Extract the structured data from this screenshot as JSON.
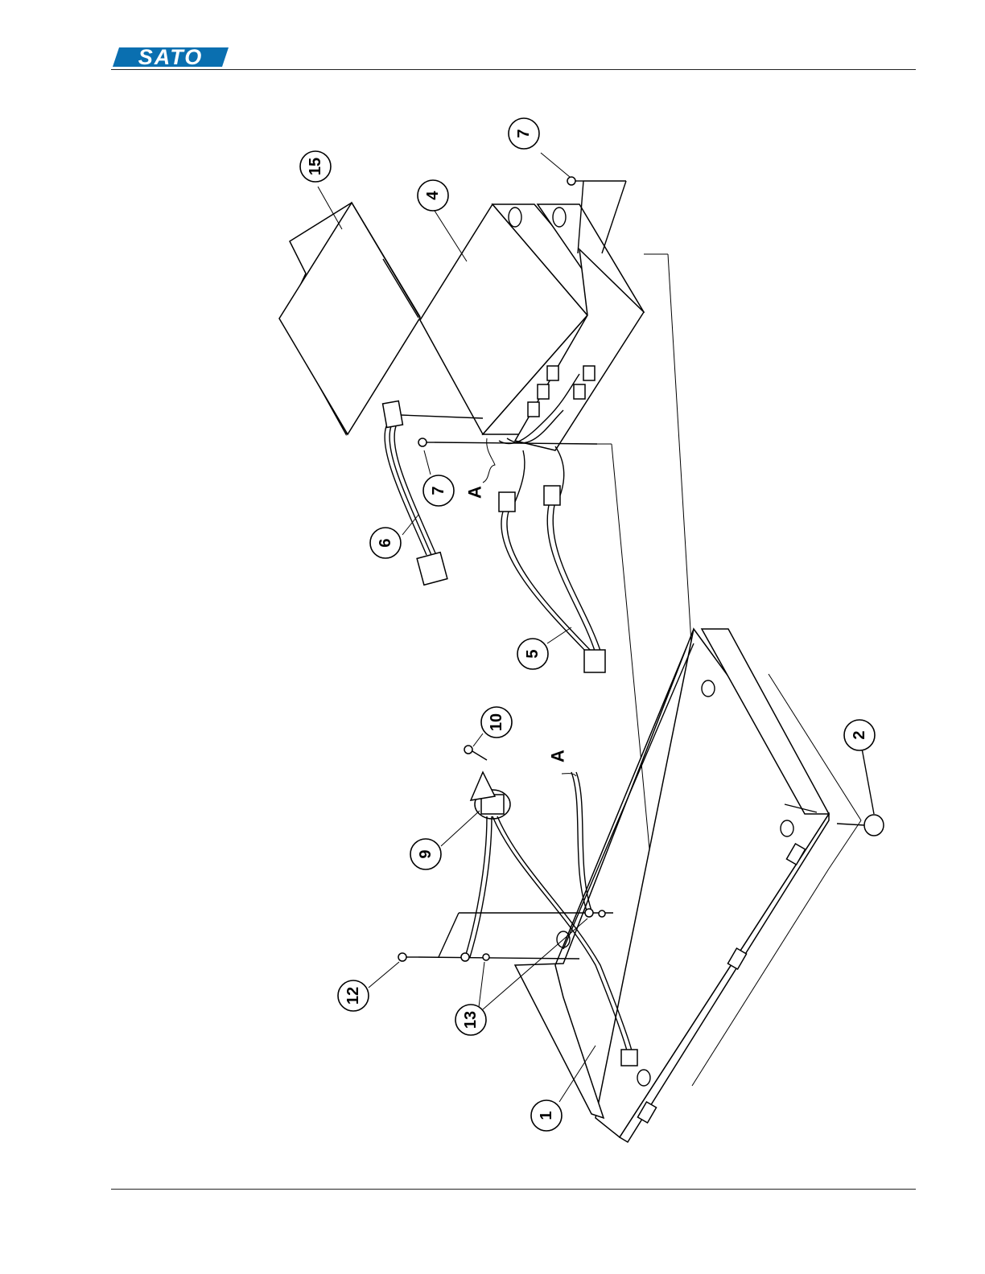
{
  "header": {
    "brand": "SATO",
    "brand_color": "#0a6fb0"
  },
  "diagram": {
    "callouts": [
      {
        "id": "c15",
        "label": "15"
      },
      {
        "id": "c4",
        "label": "4"
      },
      {
        "id": "c7a",
        "label": "7"
      },
      {
        "id": "c7b",
        "label": "7"
      },
      {
        "id": "c6",
        "label": "6"
      },
      {
        "id": "c5",
        "label": "5"
      },
      {
        "id": "c10",
        "label": "10"
      },
      {
        "id": "c2",
        "label": "2"
      },
      {
        "id": "c9",
        "label": "9"
      },
      {
        "id": "c12",
        "label": "12"
      },
      {
        "id": "c13",
        "label": "13"
      },
      {
        "id": "c1",
        "label": "1"
      }
    ],
    "markers": [
      {
        "id": "mA1",
        "label": "A"
      },
      {
        "id": "mA2",
        "label": "A"
      }
    ]
  }
}
